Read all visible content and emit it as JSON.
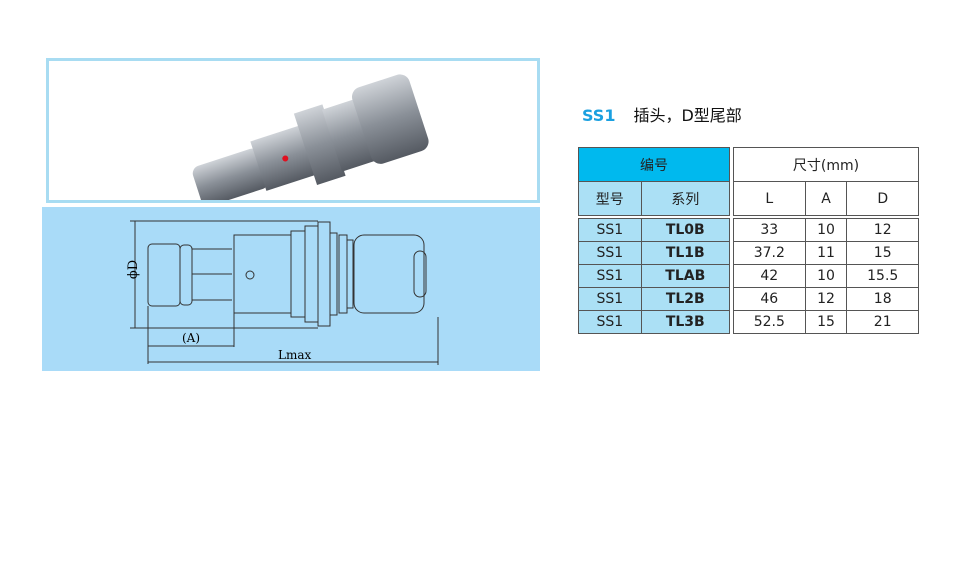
{
  "title": {
    "code": "SS1",
    "text": "插头，D型尾部"
  },
  "drawing": {
    "dia_label": "ϕD",
    "a_label": "(A)",
    "l_label": "Lmax"
  },
  "left_table": {
    "header": "编号",
    "col1": "型号",
    "col2": "系列",
    "rows": [
      [
        "SS1",
        "TL0B"
      ],
      [
        "SS1",
        "TL1B"
      ],
      [
        "SS1",
        "TLAB"
      ],
      [
        "SS1",
        "TL2B"
      ],
      [
        "SS1",
        "TL3B"
      ]
    ]
  },
  "right_table": {
    "header": "尺寸(mm)",
    "cols": [
      "L",
      "A",
      "D"
    ],
    "rows": [
      [
        "33",
        "10",
        "12"
      ],
      [
        "37.2",
        "11",
        "15"
      ],
      [
        "42",
        "10",
        "15.5"
      ],
      [
        "46",
        "12",
        "18"
      ],
      [
        "52.5",
        "15",
        "21"
      ]
    ]
  },
  "colors": {
    "accent": "#00b9ee",
    "light": "#abe0f5",
    "panel": "#a9dbf8"
  }
}
